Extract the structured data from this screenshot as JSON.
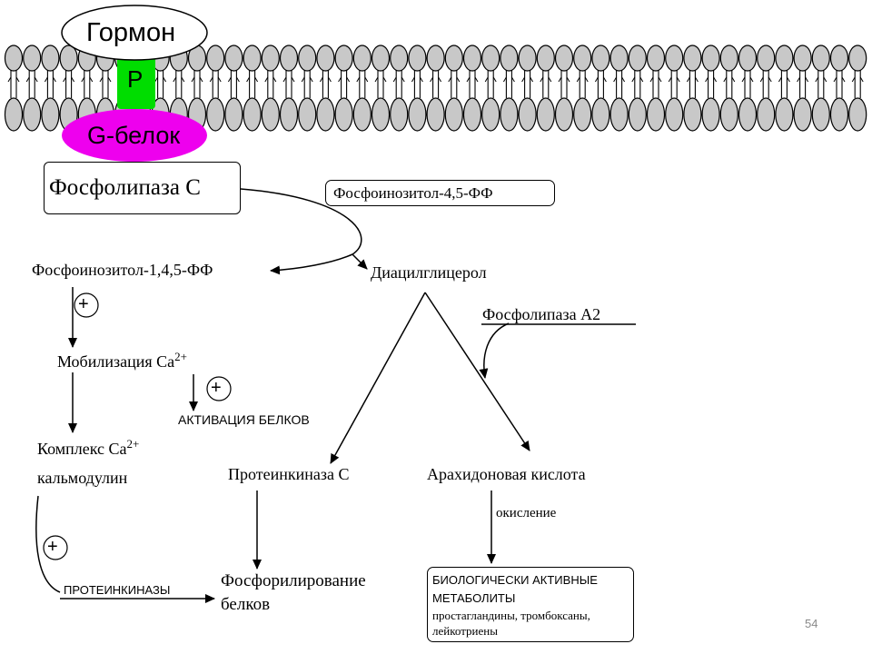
{
  "colors": {
    "g_protein": "#ee00ee",
    "receptor": "#00dd00",
    "membrane": "#c8c8c8"
  },
  "membrane": {
    "hormone": "Гормон",
    "receptor": "P",
    "g_protein": "G-белок"
  },
  "nodes": {
    "phospholipase_c": "Фосфолипаза С",
    "pip2": "Фосфоинозитол-4,5-ФФ",
    "ip3": "Фосфоинозитол-1,4,5-ФФ",
    "dag": "Диацилглицерол",
    "phospholipase_a2": "Фосфолипаза А2",
    "ca_mobilization": "Мобилизация Са",
    "ca_charge": "2+",
    "protein_activation": "АКТИВАЦИЯ БЕЛКОВ",
    "ca_complex_line1": "Комплекс Са",
    "ca_complex_charge": "2+",
    "ca_complex_line2": "кальмодулин",
    "protein_kinase_c": "Протеинкиназа С",
    "arachidonic_acid": "Арахидоновая кислота",
    "oxidation": "окисление",
    "protein_kinases": "ПРОТЕИНКИНАЗЫ",
    "phosphorylation_line1": "Фосфорилирование",
    "phosphorylation_line2": "белков",
    "metabolites_line1": "БИОЛОГИЧЕСКИ АКТИВНЫЕ",
    "metabolites_line2": "МЕТАБОЛИТЫ",
    "metabolites_line3": "простагландины, тромбоксаны,",
    "metabolites_line4": "лейкотриены"
  },
  "plus_sign": "+",
  "page_number": "54"
}
